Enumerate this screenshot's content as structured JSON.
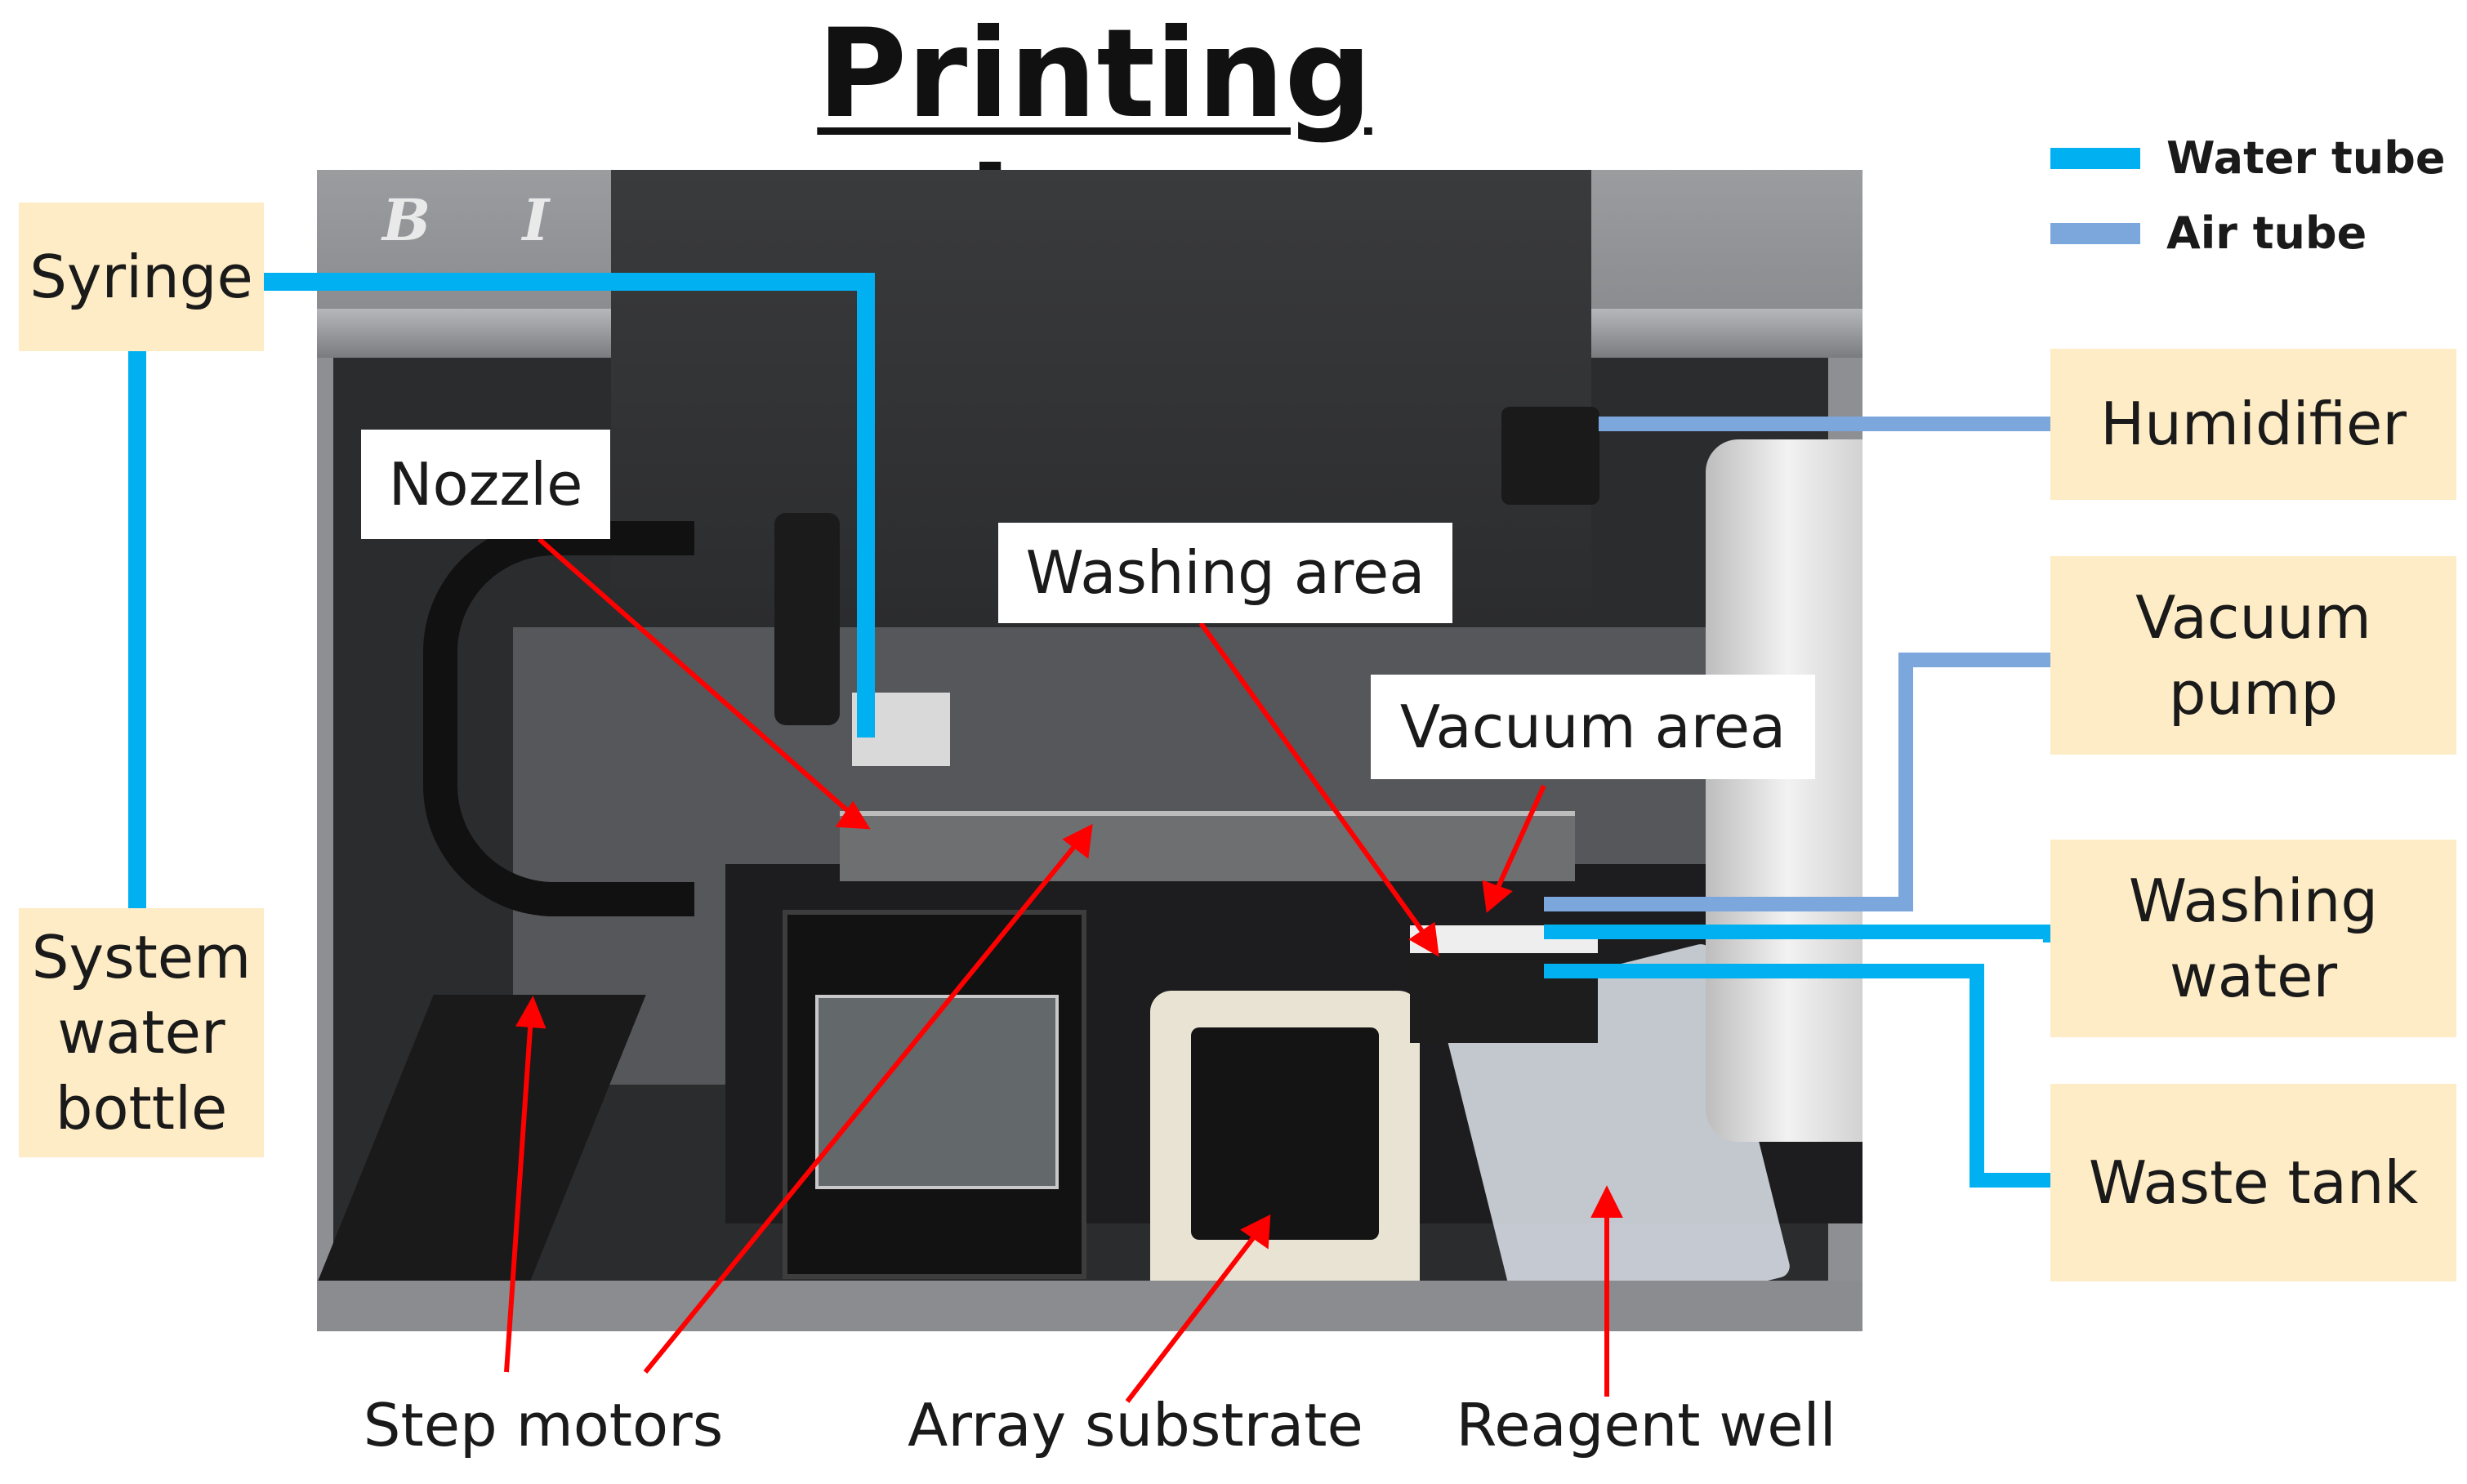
{
  "title": "Printing box",
  "photo": {
    "brand": "B I O"
  },
  "legend": [
    {
      "label": "Water tube",
      "color": "#00b0f0"
    },
    {
      "label": "Air tube",
      "color": "#7ba7dc"
    }
  ],
  "components": {
    "syringe": "Syringe",
    "system_water_bottle": [
      "System",
      "water",
      "bottle"
    ],
    "humidifier": "Humidifier",
    "vacuum_pump": [
      "Vacuum",
      "pump"
    ],
    "washing_water": [
      "Washing",
      "water"
    ],
    "waste_tank": "Waste tank"
  },
  "callouts": {
    "nozzle": "Nozzle",
    "washing_area": "Washing area",
    "vacuum_area": "Vacuum area",
    "step_motors": "Step motors",
    "array_substrate": "Array substrate",
    "reagent_well": "Reagent well"
  },
  "colors": {
    "label_fill": "#fdecc5",
    "arrow": "#ff0000"
  }
}
